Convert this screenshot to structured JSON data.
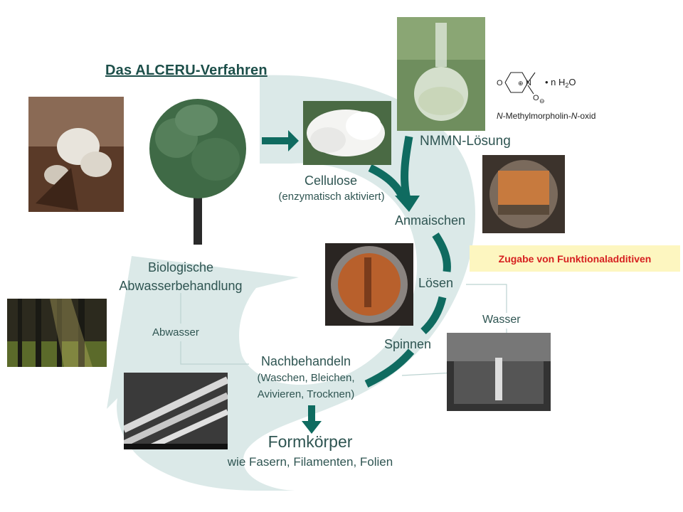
{
  "title": "Das ALCERU-Verfahren",
  "chemical": {
    "ring_O": "O",
    "ring_N": "N",
    "charge_plus": "⊕",
    "oxide_O": "O",
    "charge_minus": "⊖",
    "hydrate": "• n H",
    "hydrate_sub": "2",
    "hydrate_end": "O",
    "caption_italic_1": "N",
    "caption_mid": "-Methylmorpholin-",
    "caption_italic_2": "N",
    "caption_end": "-oxid"
  },
  "steps": {
    "nmmn": "NMMN-Lösung",
    "cellulose": "Cellulose",
    "cellulose_note": "(enzymatisch aktiviert)",
    "anmaischen": "Anmaischen",
    "loesen": "Lösen",
    "wasser": "Wasser",
    "spinnen": "Spinnen",
    "nachbehandeln": "Nachbehandeln",
    "nachbehandeln_note_1": "(Waschen, Bleichen,",
    "nachbehandeln_note_2": "Avivieren, Trocknen)",
    "formkoerper": "Formkörper",
    "formkoerper_note": "wie Fasern, Filamenten, Folien",
    "bio_1": "Biologische",
    "bio_2": "Abwasserbehandlung",
    "abwasser": "Abwasser"
  },
  "additive_note": "Zugabe von Funktionaladditiven",
  "colors": {
    "cycle_fill": "#dbe9e8",
    "arrow_dark": "#0f6b60",
    "label_text": "#2f5552",
    "note_text": "#d62020",
    "note_bg": "#fdf6c0"
  }
}
